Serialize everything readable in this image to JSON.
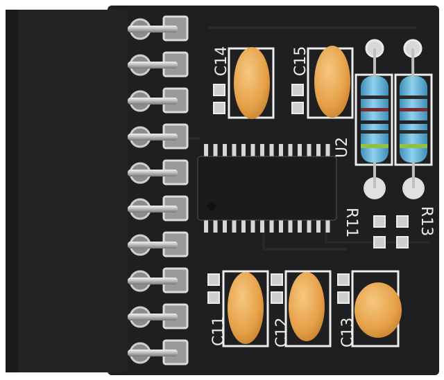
{
  "colors": {
    "background": "#ffffff",
    "pcb": "#1f1f21",
    "header_block": "#232325",
    "pin": "#c9c9c9",
    "capacitor": "#e8a84c",
    "resistor": "#5fb0d8",
    "silkscreen": "#ececec"
  },
  "labels": {
    "c14": "C14",
    "c15": "C15",
    "u2": "U2",
    "r11": "R11",
    "r13": "R13",
    "c11": "C11",
    "c12": "C12",
    "c13": "C13"
  },
  "header": {
    "pin_rows": 10
  },
  "chip": {
    "pins_per_side": 14
  }
}
